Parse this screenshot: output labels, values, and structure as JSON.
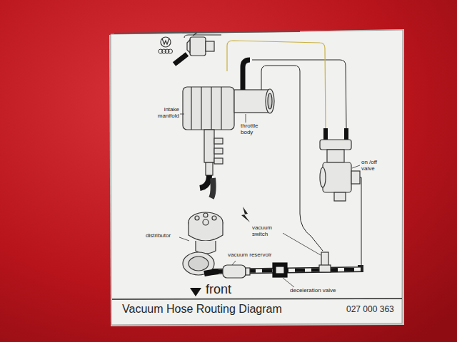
{
  "diagram": {
    "title": "Vacuum Hose Routing Diagram",
    "labels": [
      "intake manifold",
      "throttle body",
      "on /off valve",
      "distributor",
      "vacuum reservoir",
      "vacuum switch",
      "deceleration valve",
      "front",
      "027 000 363"
    ]
  }
}
